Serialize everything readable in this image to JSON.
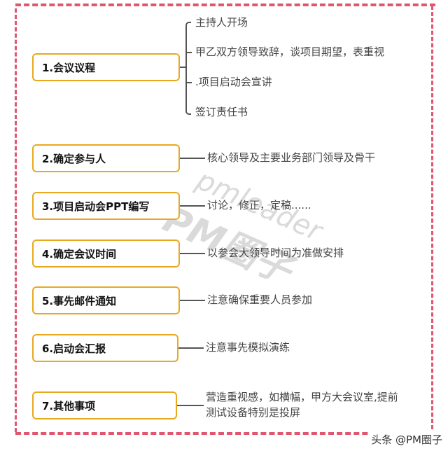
{
  "colors": {
    "frame_dash": "#e0566e",
    "node_border": "#e8a91e",
    "connector": "#555555",
    "node_text": "#111111",
    "leaf_text": "#444444"
  },
  "nodes": [
    {
      "label": "1.会议议程",
      "children": [
        "主持人开场",
        "甲乙双方领导致辞，谈项目期望，表重视",
        ".项目启动会宣讲",
        "签订责任书"
      ]
    },
    {
      "label": "2.确定参与人",
      "children": [
        "核心领导及主要业务部门领导及骨干"
      ]
    },
    {
      "label": "3.项目启动会PPT编写",
      "children": [
        "讨论，修正，定稿......"
      ]
    },
    {
      "label": "4.确定会议时间",
      "children": [
        "以参会大领导时间为准做安排"
      ]
    },
    {
      "label": "5.事先邮件通知",
      "children": [
        "注意确保重要人员参加"
      ]
    },
    {
      "label": "6.启动会汇报",
      "children": [
        "注意事先模拟演练"
      ]
    },
    {
      "label": "7.其他事项",
      "children": [
        "营造重视感，如横幅，甲方大会议室,提前",
        "测试设备特别是投屏"
      ]
    }
  ],
  "watermark": {
    "line1": "pmleader",
    "line2": "PM圈子"
  },
  "credit": "头条 @PM圈子"
}
